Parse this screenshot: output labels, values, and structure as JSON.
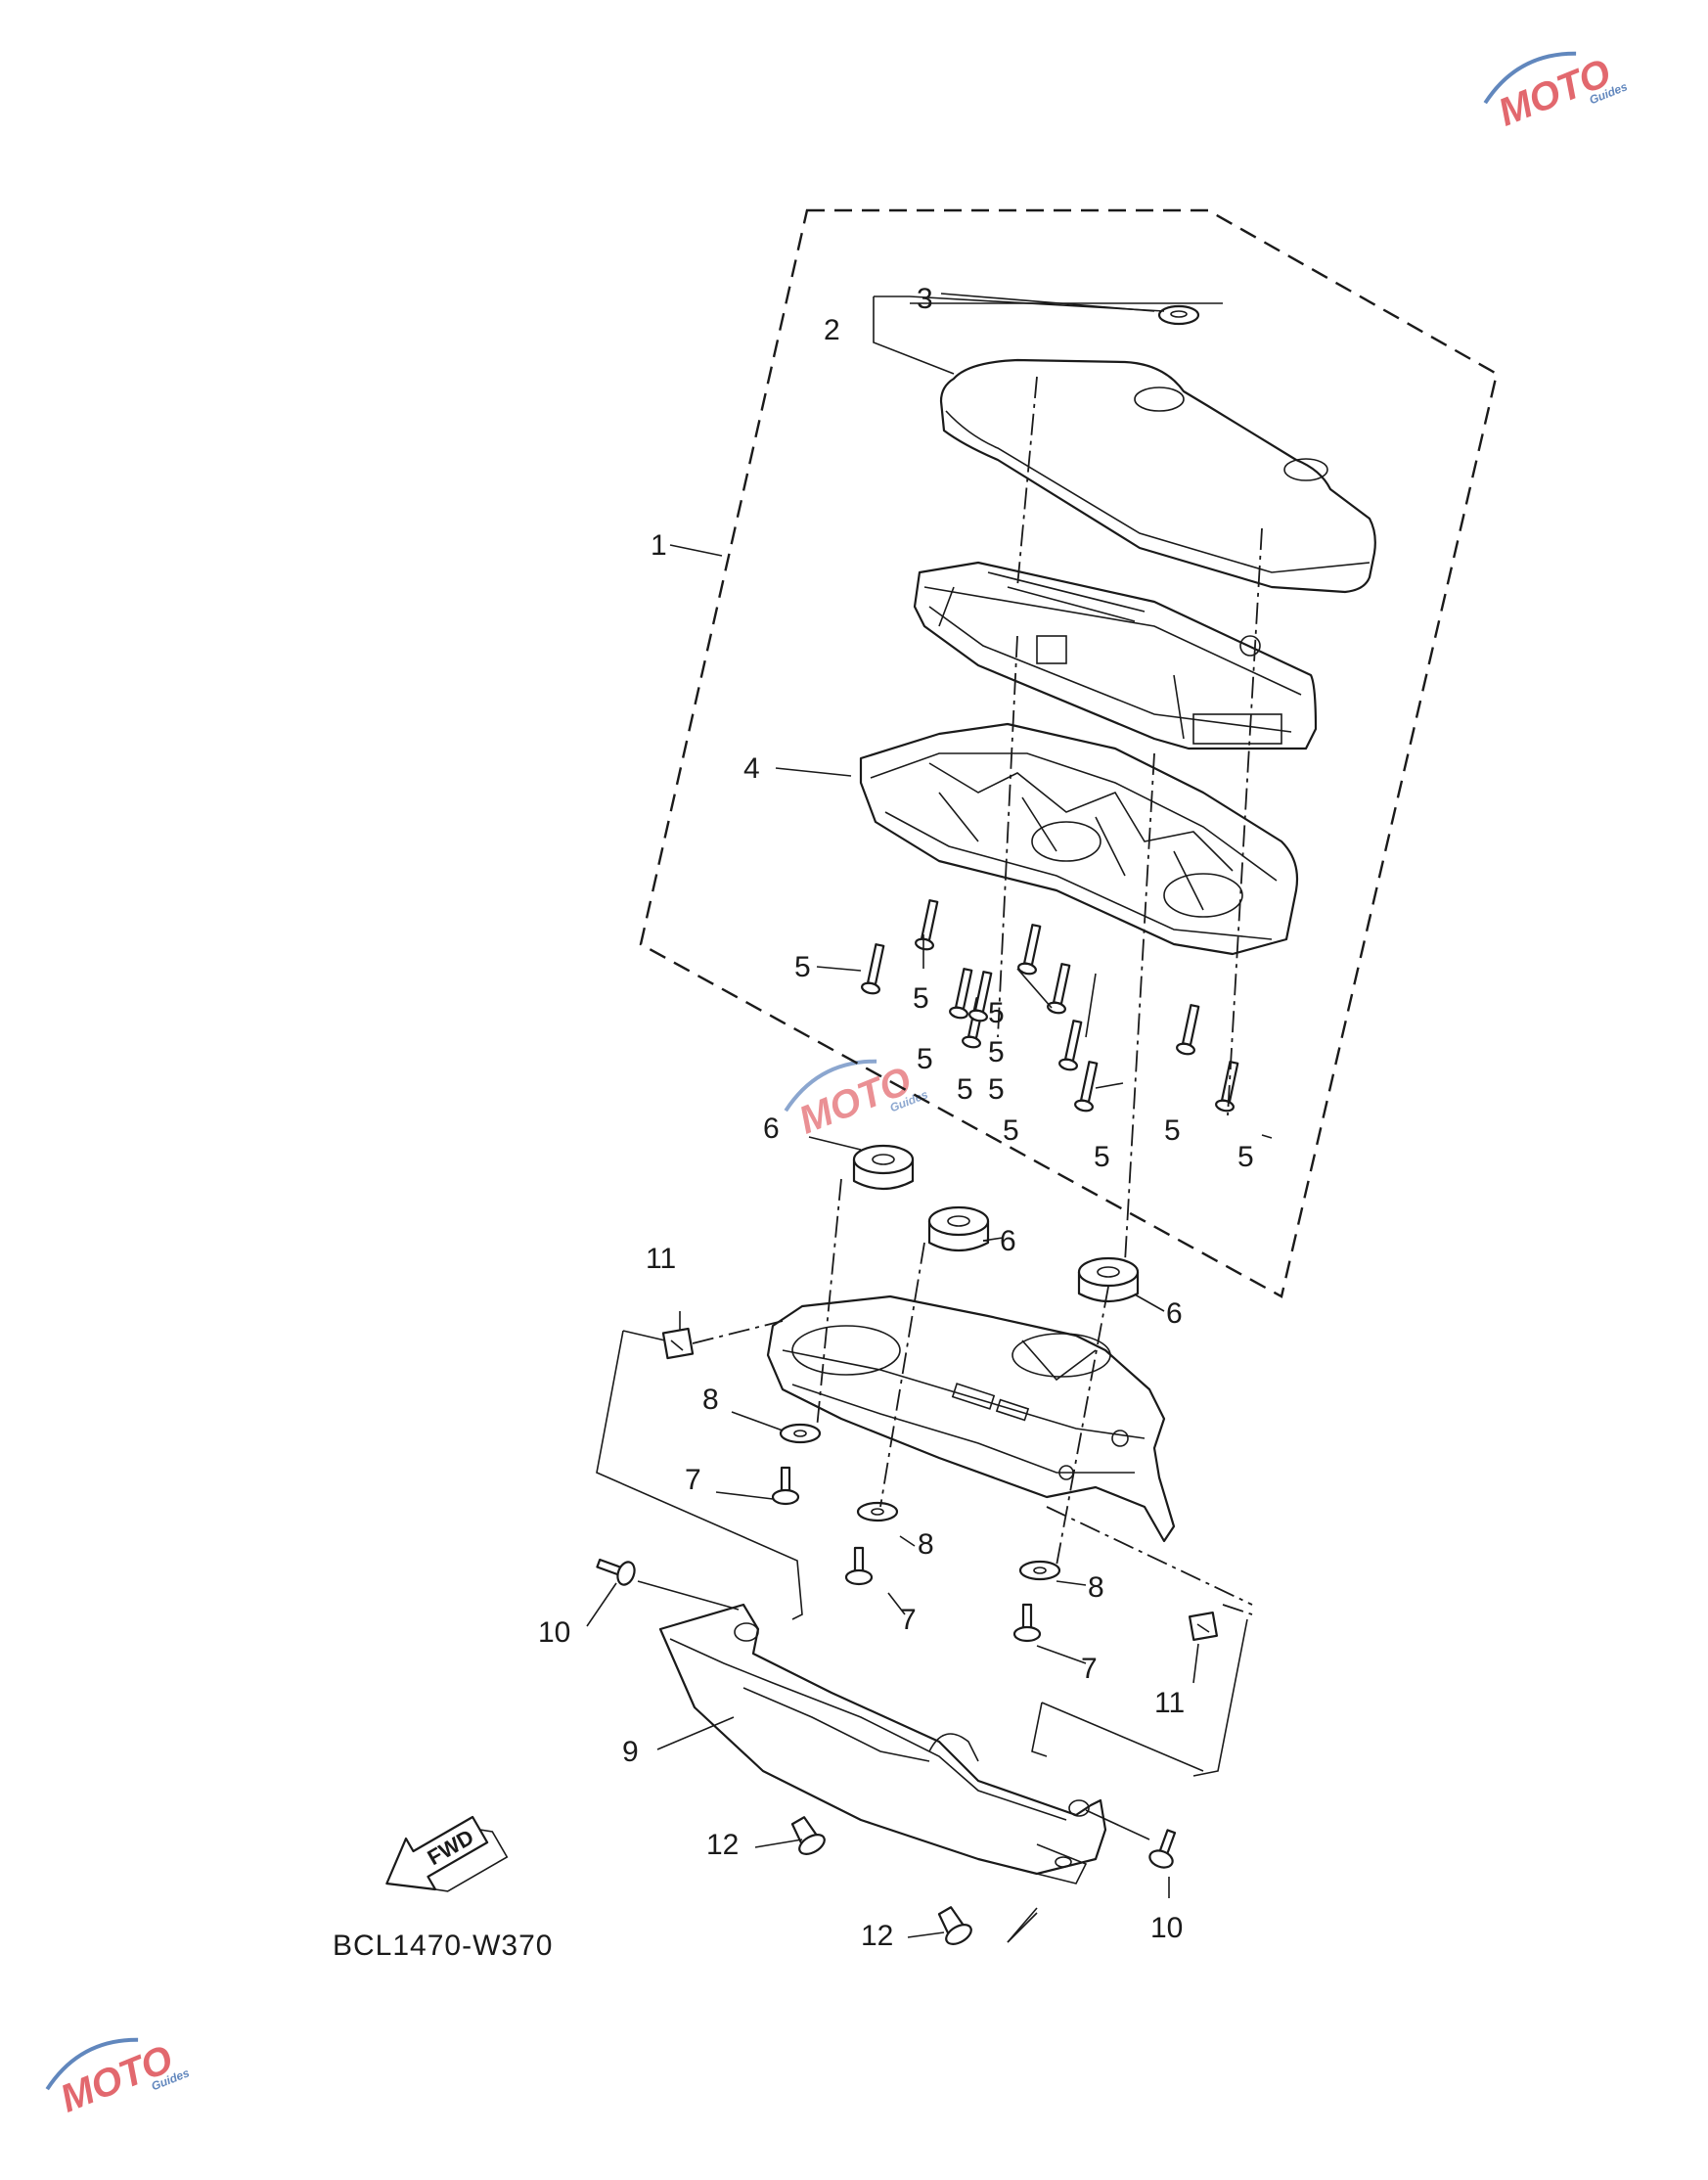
{
  "diagram": {
    "drawing_code": "BCL1470-W370",
    "fwd_label": "FWD",
    "watermark": {
      "text": "MOTO",
      "subtext": "Guides",
      "colors": [
        "#d9363e",
        "#2d5fa8"
      ]
    },
    "callouts": {
      "c1": "1",
      "c2": "2",
      "c3": "3",
      "c4": "4",
      "c5a": "5",
      "c5b": "5",
      "c5c": "5",
      "c5d": "5",
      "c5e": "5",
      "c5f": "5",
      "c5g": "5",
      "c5h": "5",
      "c5i": "5",
      "c5j": "5",
      "c5k": "5",
      "c6a": "6",
      "c6b": "6",
      "c6c": "6",
      "c7a": "7",
      "c7b": "7",
      "c7c": "7",
      "c8a": "8",
      "c8b": "8",
      "c8c": "8",
      "c9": "9",
      "c10a": "10",
      "c10b": "10",
      "c11a": "11",
      "c11b": "11",
      "c12a": "12",
      "c12b": "12"
    }
  }
}
